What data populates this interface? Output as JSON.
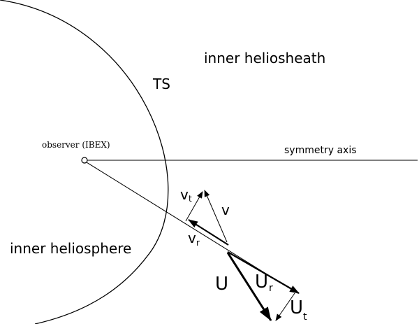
{
  "labels": {
    "inner_heliosheath": "inner heliosheath",
    "inner_heliosphere": "inner heliosphere",
    "termination_shock": "TS",
    "observer": "observer (IBEX)",
    "symmetry_axis": "symmetry axis",
    "v": "v",
    "v_t_base": "v",
    "v_t_sub": "t",
    "v_r_base": "v",
    "v_r_sub": "r",
    "U": "U",
    "U_r_base": "U",
    "U_r_sub": "r",
    "U_t_base": "U",
    "U_t_sub": "t"
  },
  "colors": {
    "ink": "#000000",
    "background": "#ffffff"
  }
}
